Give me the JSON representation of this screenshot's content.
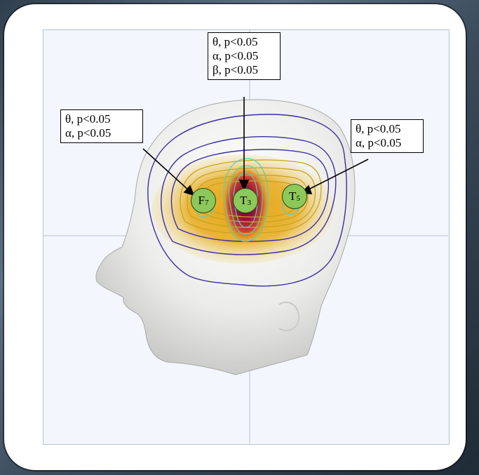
{
  "electrodes": [
    {
      "id": "F7",
      "letter": "F",
      "number": "7"
    },
    {
      "id": "T3",
      "letter": "T",
      "number": "3"
    },
    {
      "id": "T5",
      "letter": "T",
      "number": "5"
    }
  ],
  "callouts": {
    "f7": [
      "θ, p<0.05",
      "α, p<0.05"
    ],
    "t3": [
      "θ, p<0.05",
      "α, p<0.05",
      "β, p<0.05"
    ],
    "t5": [
      "θ, p<0.05",
      "α, p<0.05"
    ]
  },
  "colors": {
    "contour_outer": "#3a2fa0",
    "contour_mid": "#c8a51c",
    "contour_inner": "#4fd0c8",
    "hotspot": "#8a0f3a",
    "electrode_fill": "#8cc85a"
  }
}
